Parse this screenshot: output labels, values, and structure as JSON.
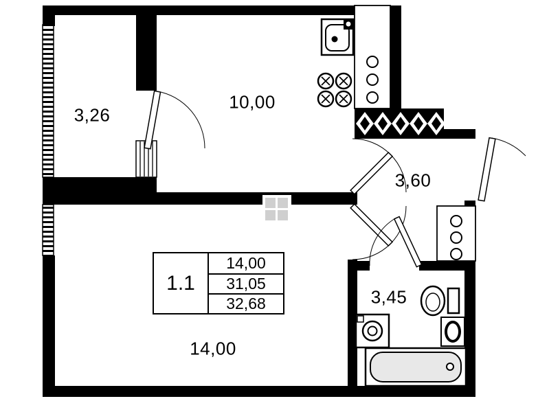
{
  "plan": {
    "rooms": {
      "balcony_area": "3,26",
      "kitchen_area": "10,00",
      "hallway_area": "3,60",
      "bathroom_area": "3,45",
      "living_room_area": "14,00"
    },
    "info_table": {
      "unit_number": "1.1",
      "rows": [
        "14,00",
        "31,05",
        "32,68"
      ]
    },
    "colors": {
      "wall": "#000000",
      "background": "#ffffff",
      "bathtub_fill": "#e8e8e8",
      "watermark": "#cfcfcf"
    }
  }
}
